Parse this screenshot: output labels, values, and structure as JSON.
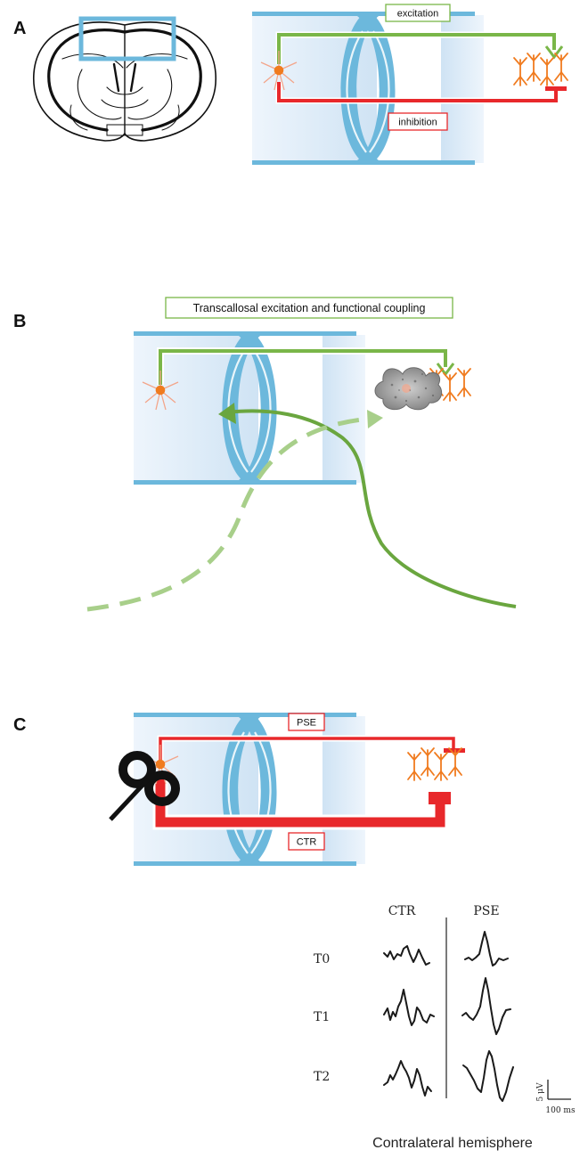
{
  "panels": {
    "a": {
      "letter": "A",
      "excitation_label": "excitation",
      "inhibition_label": "inhibition"
    },
    "b": {
      "letter": "B",
      "coupling_label": "Transcallosal excitation and functional coupling"
    },
    "c": {
      "letter": "C",
      "pse_label": "PSE",
      "ctr_label": "CTR",
      "recordings": {
        "columns": [
          "CTR",
          "PSE"
        ],
        "rows": [
          "T0",
          "T1",
          "T2"
        ],
        "scale_amplitude": "5 μV",
        "scale_time": "100 ms",
        "caption": "Contralateral hemisphere"
      }
    }
  },
  "colors": {
    "excitation": "#7ab648",
    "inhibition": "#e8282b",
    "callosum": "#6cb8dc",
    "neuron_orange": "#f07b1f",
    "neuron_pale": "#f3a58a"
  }
}
